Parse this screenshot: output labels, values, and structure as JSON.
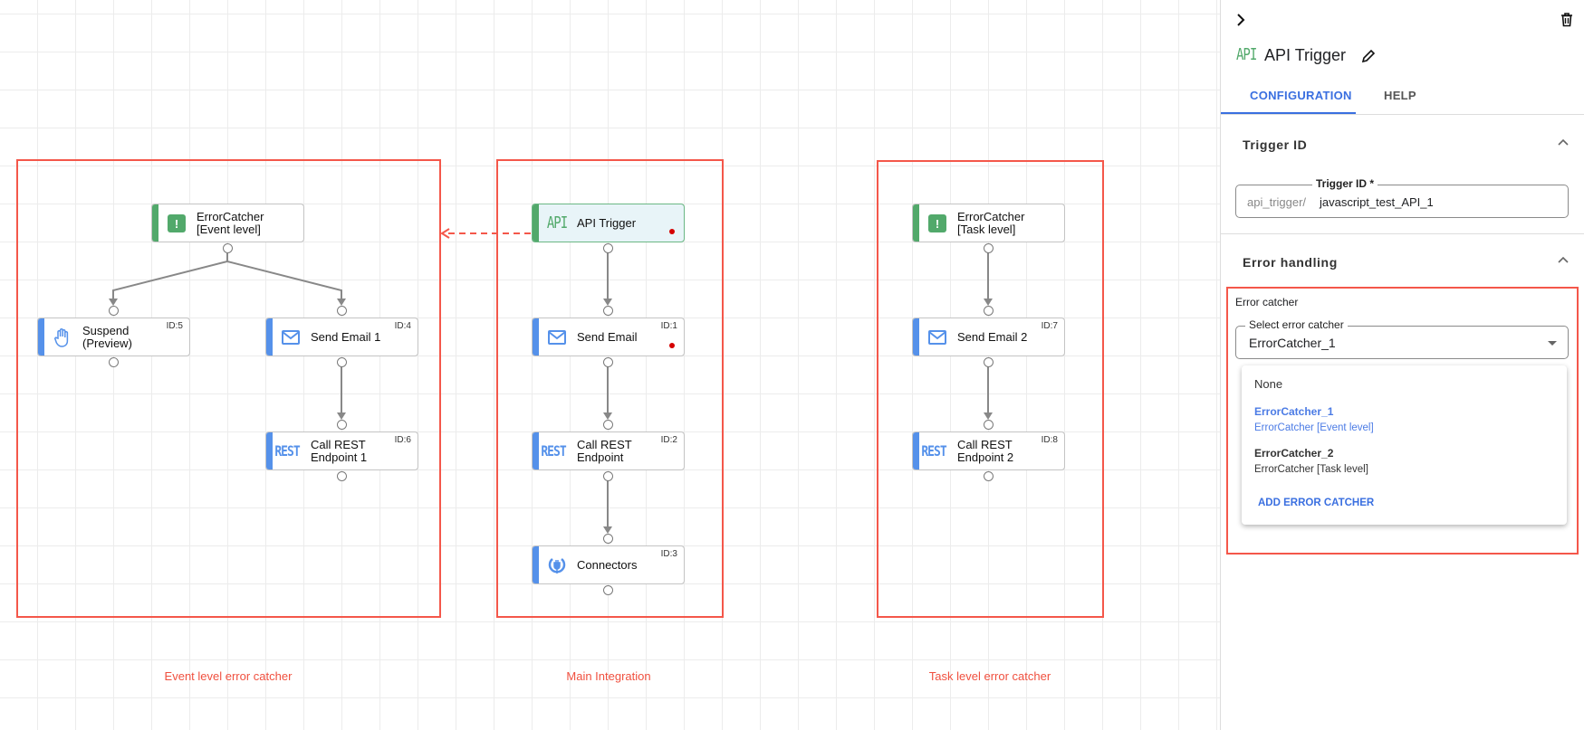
{
  "colors": {
    "annotation": "#f4574a",
    "trigger_bar": "#52a96b",
    "task_bar": "#5591ea",
    "link": "#4b7be5"
  },
  "canvas": {
    "groups": [
      {
        "label": "Event level error catcher"
      },
      {
        "label": "Main Integration"
      },
      {
        "label": "Task level error catcher"
      }
    ],
    "nodes": [
      {
        "label": "ErrorCatcher [Event level]",
        "icon": "error-catcher-icon",
        "id": "",
        "kind": "catcher"
      },
      {
        "label": "Suspend (Preview)",
        "icon": "hand-icon",
        "id": "ID:5",
        "kind": "task"
      },
      {
        "label": "Send Email 1",
        "icon": "email-icon",
        "id": "ID:4",
        "kind": "task"
      },
      {
        "label": "Call REST Endpoint 1",
        "icon": "rest-icon",
        "icon_text": "REST",
        "id": "ID:6",
        "kind": "task"
      },
      {
        "label": "API Trigger",
        "icon": "api-icon",
        "icon_text": "API",
        "id": "",
        "kind": "trigger",
        "error": true
      },
      {
        "label": "Send Email",
        "icon": "email-icon",
        "id": "ID:1",
        "kind": "task",
        "error": true
      },
      {
        "label": "Call REST Endpoint",
        "icon": "rest-icon",
        "icon_text": "REST",
        "id": "ID:2",
        "kind": "task"
      },
      {
        "label": "Connectors",
        "icon": "connectors-icon",
        "id": "ID:3",
        "kind": "task"
      },
      {
        "label": "ErrorCatcher [Task level]",
        "icon": "error-catcher-icon",
        "id": "",
        "kind": "catcher"
      },
      {
        "label": "Send Email 2",
        "icon": "email-icon",
        "id": "ID:7",
        "kind": "task"
      },
      {
        "label": "Call REST Endpoint 2",
        "icon": "rest-icon",
        "icon_text": "REST",
        "id": "ID:8",
        "kind": "task"
      }
    ]
  },
  "panel": {
    "icon_text": "API",
    "title": "API Trigger",
    "tabs": [
      {
        "label": "CONFIGURATION",
        "active": true
      },
      {
        "label": "HELP",
        "active": false
      }
    ],
    "trigger_section": {
      "heading": "Trigger ID",
      "field_label": "Trigger ID *",
      "prefix": "api_trigger/",
      "value": "javascript_test_API_1"
    },
    "error_section": {
      "heading": "Error handling",
      "subheading": "Error catcher",
      "select_label": "Select error catcher",
      "selected": "ErrorCatcher_1",
      "options": [
        {
          "name": "None",
          "desc": ""
        },
        {
          "name": "ErrorCatcher_1",
          "desc": "ErrorCatcher [Event level]",
          "selected": true
        },
        {
          "name": "ErrorCatcher_2",
          "desc": "ErrorCatcher [Task level]"
        }
      ],
      "add_label": "ADD ERROR CATCHER"
    }
  }
}
